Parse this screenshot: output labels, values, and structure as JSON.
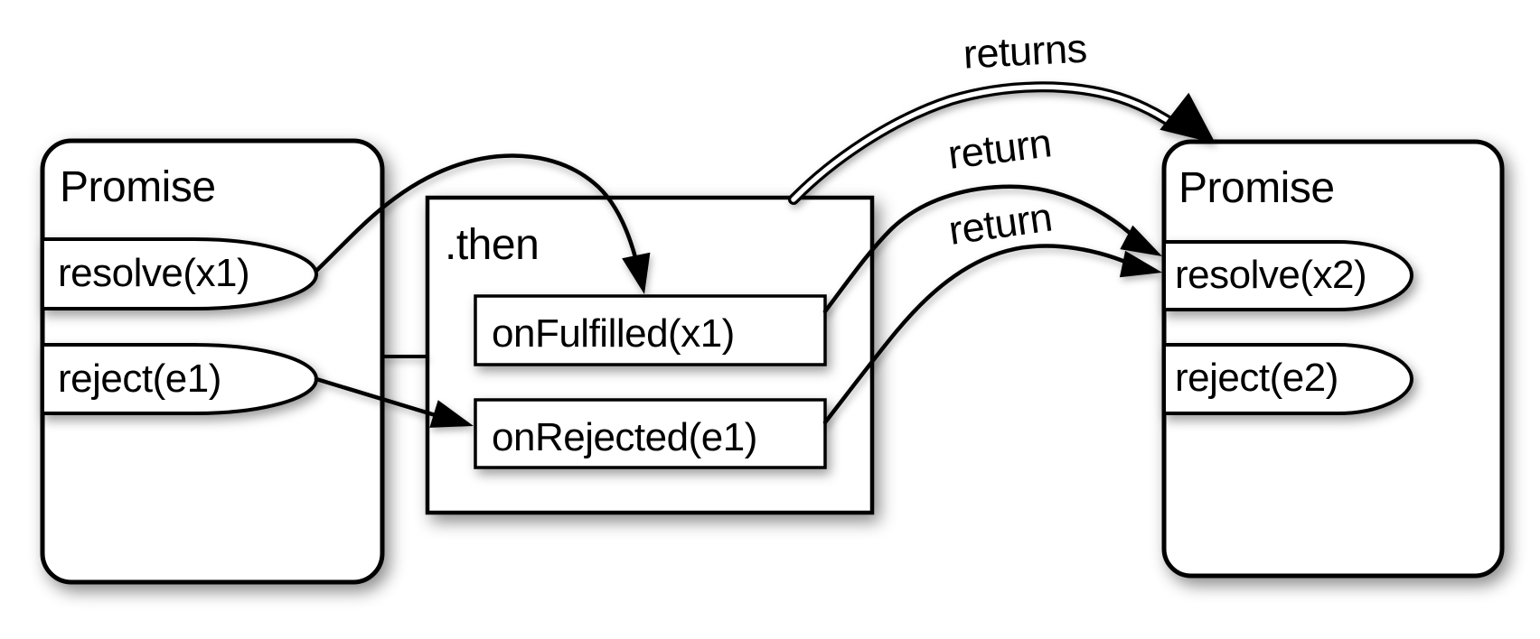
{
  "diagram": {
    "left_promise": {
      "title": "Promise",
      "methods": [
        {
          "label": "resolve(x1)"
        },
        {
          "label": "reject(e1)"
        }
      ]
    },
    "then_block": {
      "title": ".then",
      "handlers": [
        {
          "label": "onFulfilled(x1)"
        },
        {
          "label": "onRejected(e1)"
        }
      ]
    },
    "right_promise": {
      "title": "Promise",
      "methods": [
        {
          "label": "resolve(x2)"
        },
        {
          "label": "reject(e2)"
        }
      ]
    },
    "arrows": {
      "returns_label": "returns",
      "return_fulfilled_label": "return",
      "return_rejected_label": "return"
    },
    "colors": {
      "stroke": "#000000",
      "fill": "#ffffff",
      "background": "#ffffff"
    }
  }
}
